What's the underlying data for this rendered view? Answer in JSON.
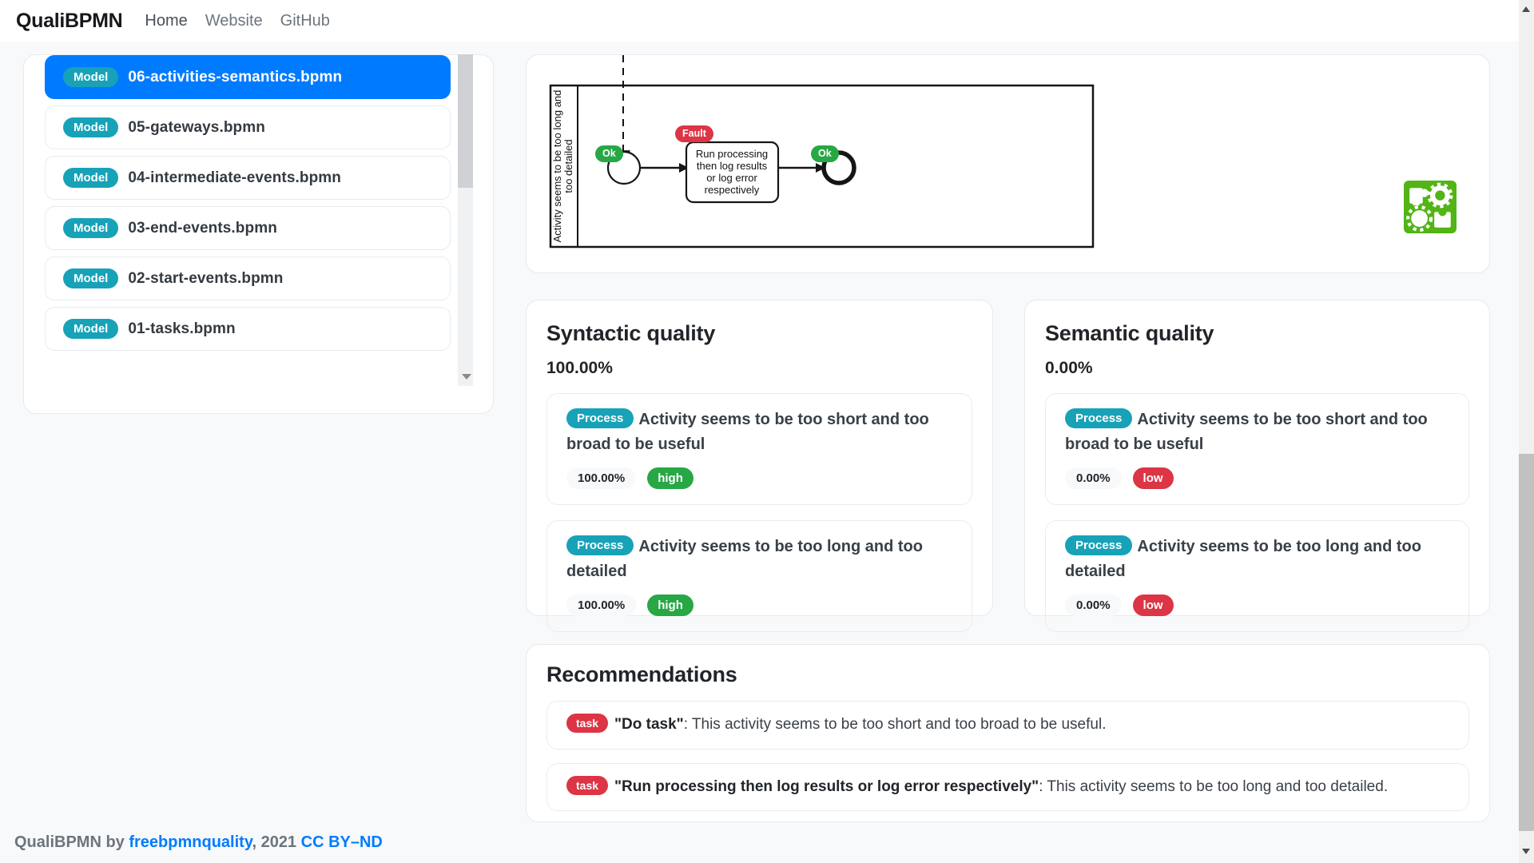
{
  "navbar": {
    "brand": "QualiBPMN",
    "links": [
      {
        "label": "Home"
      },
      {
        "label": "Website"
      },
      {
        "label": "GitHub"
      }
    ]
  },
  "sidebar": {
    "items": [
      {
        "badge": "Model",
        "label": "06-activities-semantics.bpmn",
        "selected": true
      },
      {
        "badge": "Model",
        "label": "05-gateways.bpmn",
        "selected": false
      },
      {
        "badge": "Model",
        "label": "04-intermediate-events.bpmn",
        "selected": false
      },
      {
        "badge": "Model",
        "label": "03-end-events.bpmn",
        "selected": false
      },
      {
        "badge": "Model",
        "label": "02-start-events.bpmn",
        "selected": false
      },
      {
        "badge": "Model",
        "label": "01-tasks.bpmn",
        "selected": false
      }
    ]
  },
  "diagram": {
    "lane_label_line1": "Activity seems to be too long and",
    "lane_label_line2": "too detailed",
    "task_text_lines": [
      "Run processing",
      "then log results",
      "or log error",
      "respectively"
    ],
    "start_event_badge": "Ok",
    "task_badge": "Fault",
    "end_event_badge": "Ok",
    "logo_name": "bpmn-io-logo"
  },
  "syntactic": {
    "title": "Syntactic quality",
    "score": "100.00%",
    "findings": [
      {
        "badge": "Process",
        "text": "Activity seems to be too short and too broad to be useful",
        "percent": "100.00%",
        "level": "high"
      },
      {
        "badge": "Process",
        "text": "Activity seems to be too long and too detailed",
        "percent": "100.00%",
        "level": "high"
      }
    ]
  },
  "semantic": {
    "title": "Semantic quality",
    "score": "0.00%",
    "findings": [
      {
        "badge": "Process",
        "text": "Activity seems to be too short and too broad to be useful",
        "percent": "0.00%",
        "level": "low"
      },
      {
        "badge": "Process",
        "text": "Activity seems to be too long and too detailed",
        "percent": "0.00%",
        "level": "low"
      }
    ]
  },
  "recommendations": {
    "title": "Recommendations",
    "items": [
      {
        "badge": "task",
        "name": "\"Do task\"",
        "text": ": This activity seems to be too short and too broad to be useful."
      },
      {
        "badge": "task",
        "name": "\"Run processing then log results or log error respectively\"",
        "text": ": This activity seems to be too long and too detailed."
      }
    ]
  },
  "footer": {
    "prefix": "QualiBPMN by ",
    "link1": "freebpmnquality",
    "middle": ", 2021 ",
    "link2": "CC BY–ND"
  },
  "colors": {
    "primary_blue": "#007bff",
    "badge_teal": "#17a2b8",
    "badge_green": "#28a745",
    "badge_red": "#dc3545",
    "logo_green": "#52b415",
    "page_background": "#f8f9fa"
  }
}
